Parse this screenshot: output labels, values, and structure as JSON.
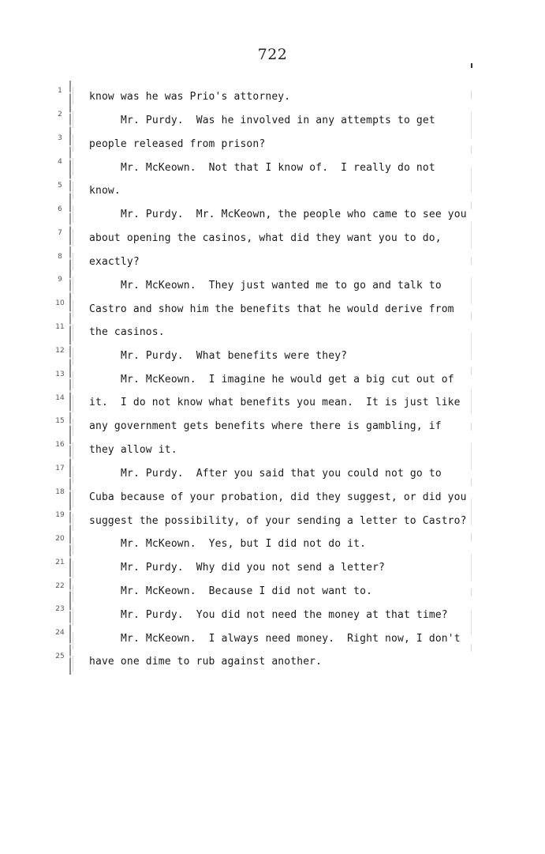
{
  "page_number": "722",
  "line_numbers": [
    "1",
    "2",
    "3",
    "4",
    "5",
    "6",
    "7",
    "8",
    "9",
    "10",
    "11",
    "12",
    "13",
    "14",
    "15",
    "16",
    "17",
    "18",
    "19",
    "20",
    "21",
    "22",
    "23",
    "24",
    "25"
  ],
  "lines": [
    "know was he was Prio's attorney.",
    "Mr. Purdy.  Was he involved in any attempts to get",
    "people released from prison?",
    "Mr. McKeown.  Not that I know of.  I really do not",
    "know.",
    "Mr. Purdy.  Mr. McKeown, the people who came to see you",
    "about opening the casinos, what did they want you to do,",
    "exactly?",
    "Mr. McKeown.  They just wanted me to go and talk to",
    "Castro and show him the benefits that he would derive from",
    "the casinos.",
    "Mr. Purdy.  What benefits were they?",
    "Mr. McKeown.  I imagine he would get a big cut out of",
    "it.  I do not know what benefits you mean.  It is just like",
    "any government gets benefits where there is gambling, if",
    "they allow it.",
    "Mr. Purdy.  After you said that you could not go to",
    "Cuba because of your probation, did they suggest, or did you",
    "suggest the possibility, of your sending a letter to Castro?",
    "Mr. McKeown.  Yes, but I did not do it.",
    "Mr. Purdy.  Why did you not send a letter?",
    "Mr. McKeown.  Because I did not want to.",
    "Mr. Purdy.  You did not need the money at that time?",
    "Mr. McKeown.  I always need money.  Right now, I don't",
    "have one dime to rub against another."
  ]
}
